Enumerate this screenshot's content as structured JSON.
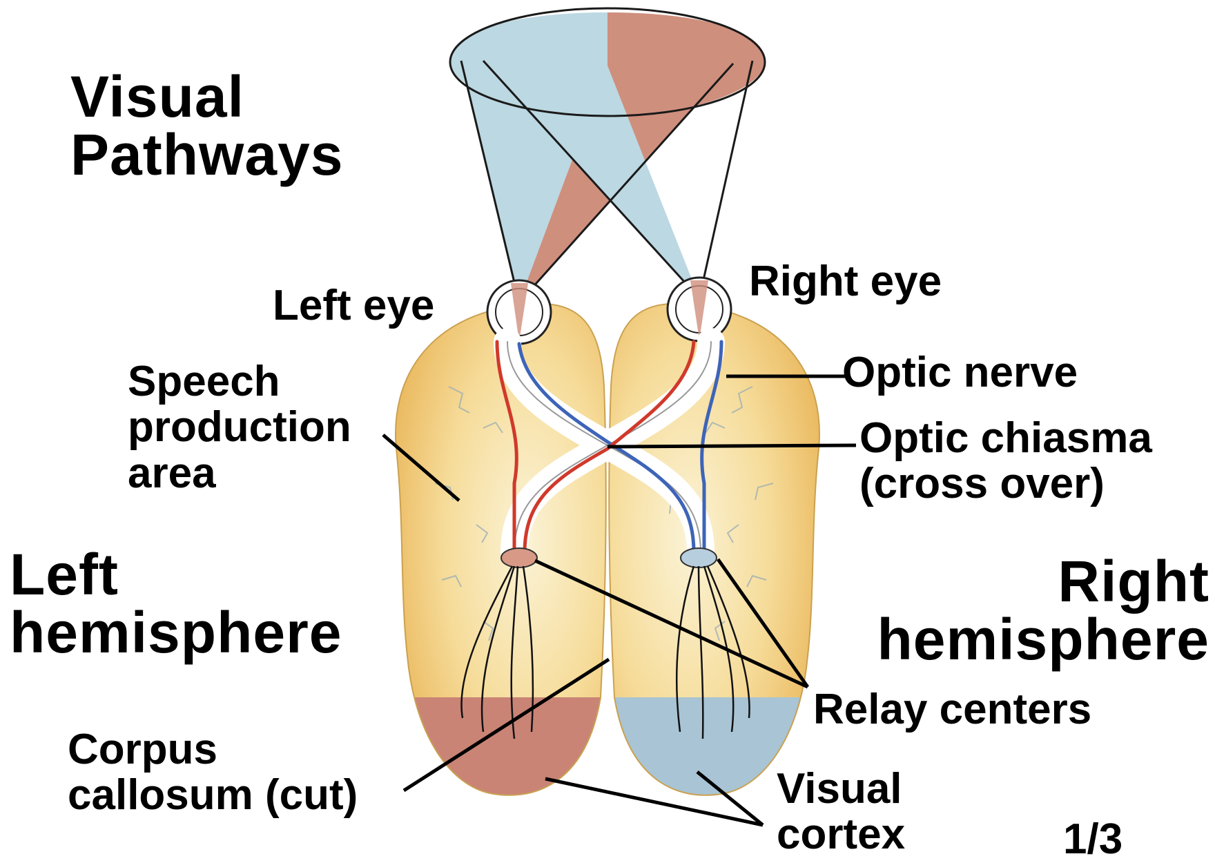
{
  "title": {
    "line1": "Visual",
    "line2": "Pathways"
  },
  "left_hemisphere": {
    "line1": "Left",
    "line2": "hemisphere"
  },
  "right_hemisphere": {
    "line1": "Right",
    "line2": "hemisphere"
  },
  "labels": {
    "left_eye": "Left eye",
    "right_eye": "Right eye",
    "speech": {
      "line1": "Speech",
      "line2": "production",
      "line3": "area"
    },
    "optic_nerve": "Optic nerve",
    "optic_chiasma": {
      "line1": "Optic chiasma",
      "line2": "(cross over)"
    },
    "relay_centers": "Relay centers",
    "corpus_callosum": {
      "line1": "Corpus",
      "line2": "callosum (cut)"
    },
    "visual_cortex": {
      "line1": "Visual",
      "line2": "cortex"
    }
  },
  "page_indicator": "1/3",
  "colors": {
    "left_field": "#bcd8e2",
    "right_field": "#cf8f7d",
    "brain_yellow": "#f0c66a",
    "brain_pale": "#faeec8",
    "cortex_red": "#c98476",
    "cortex_blue": "#a9c4d4",
    "nerve_red": "#d0392b",
    "nerve_blue": "#3d64b8"
  }
}
